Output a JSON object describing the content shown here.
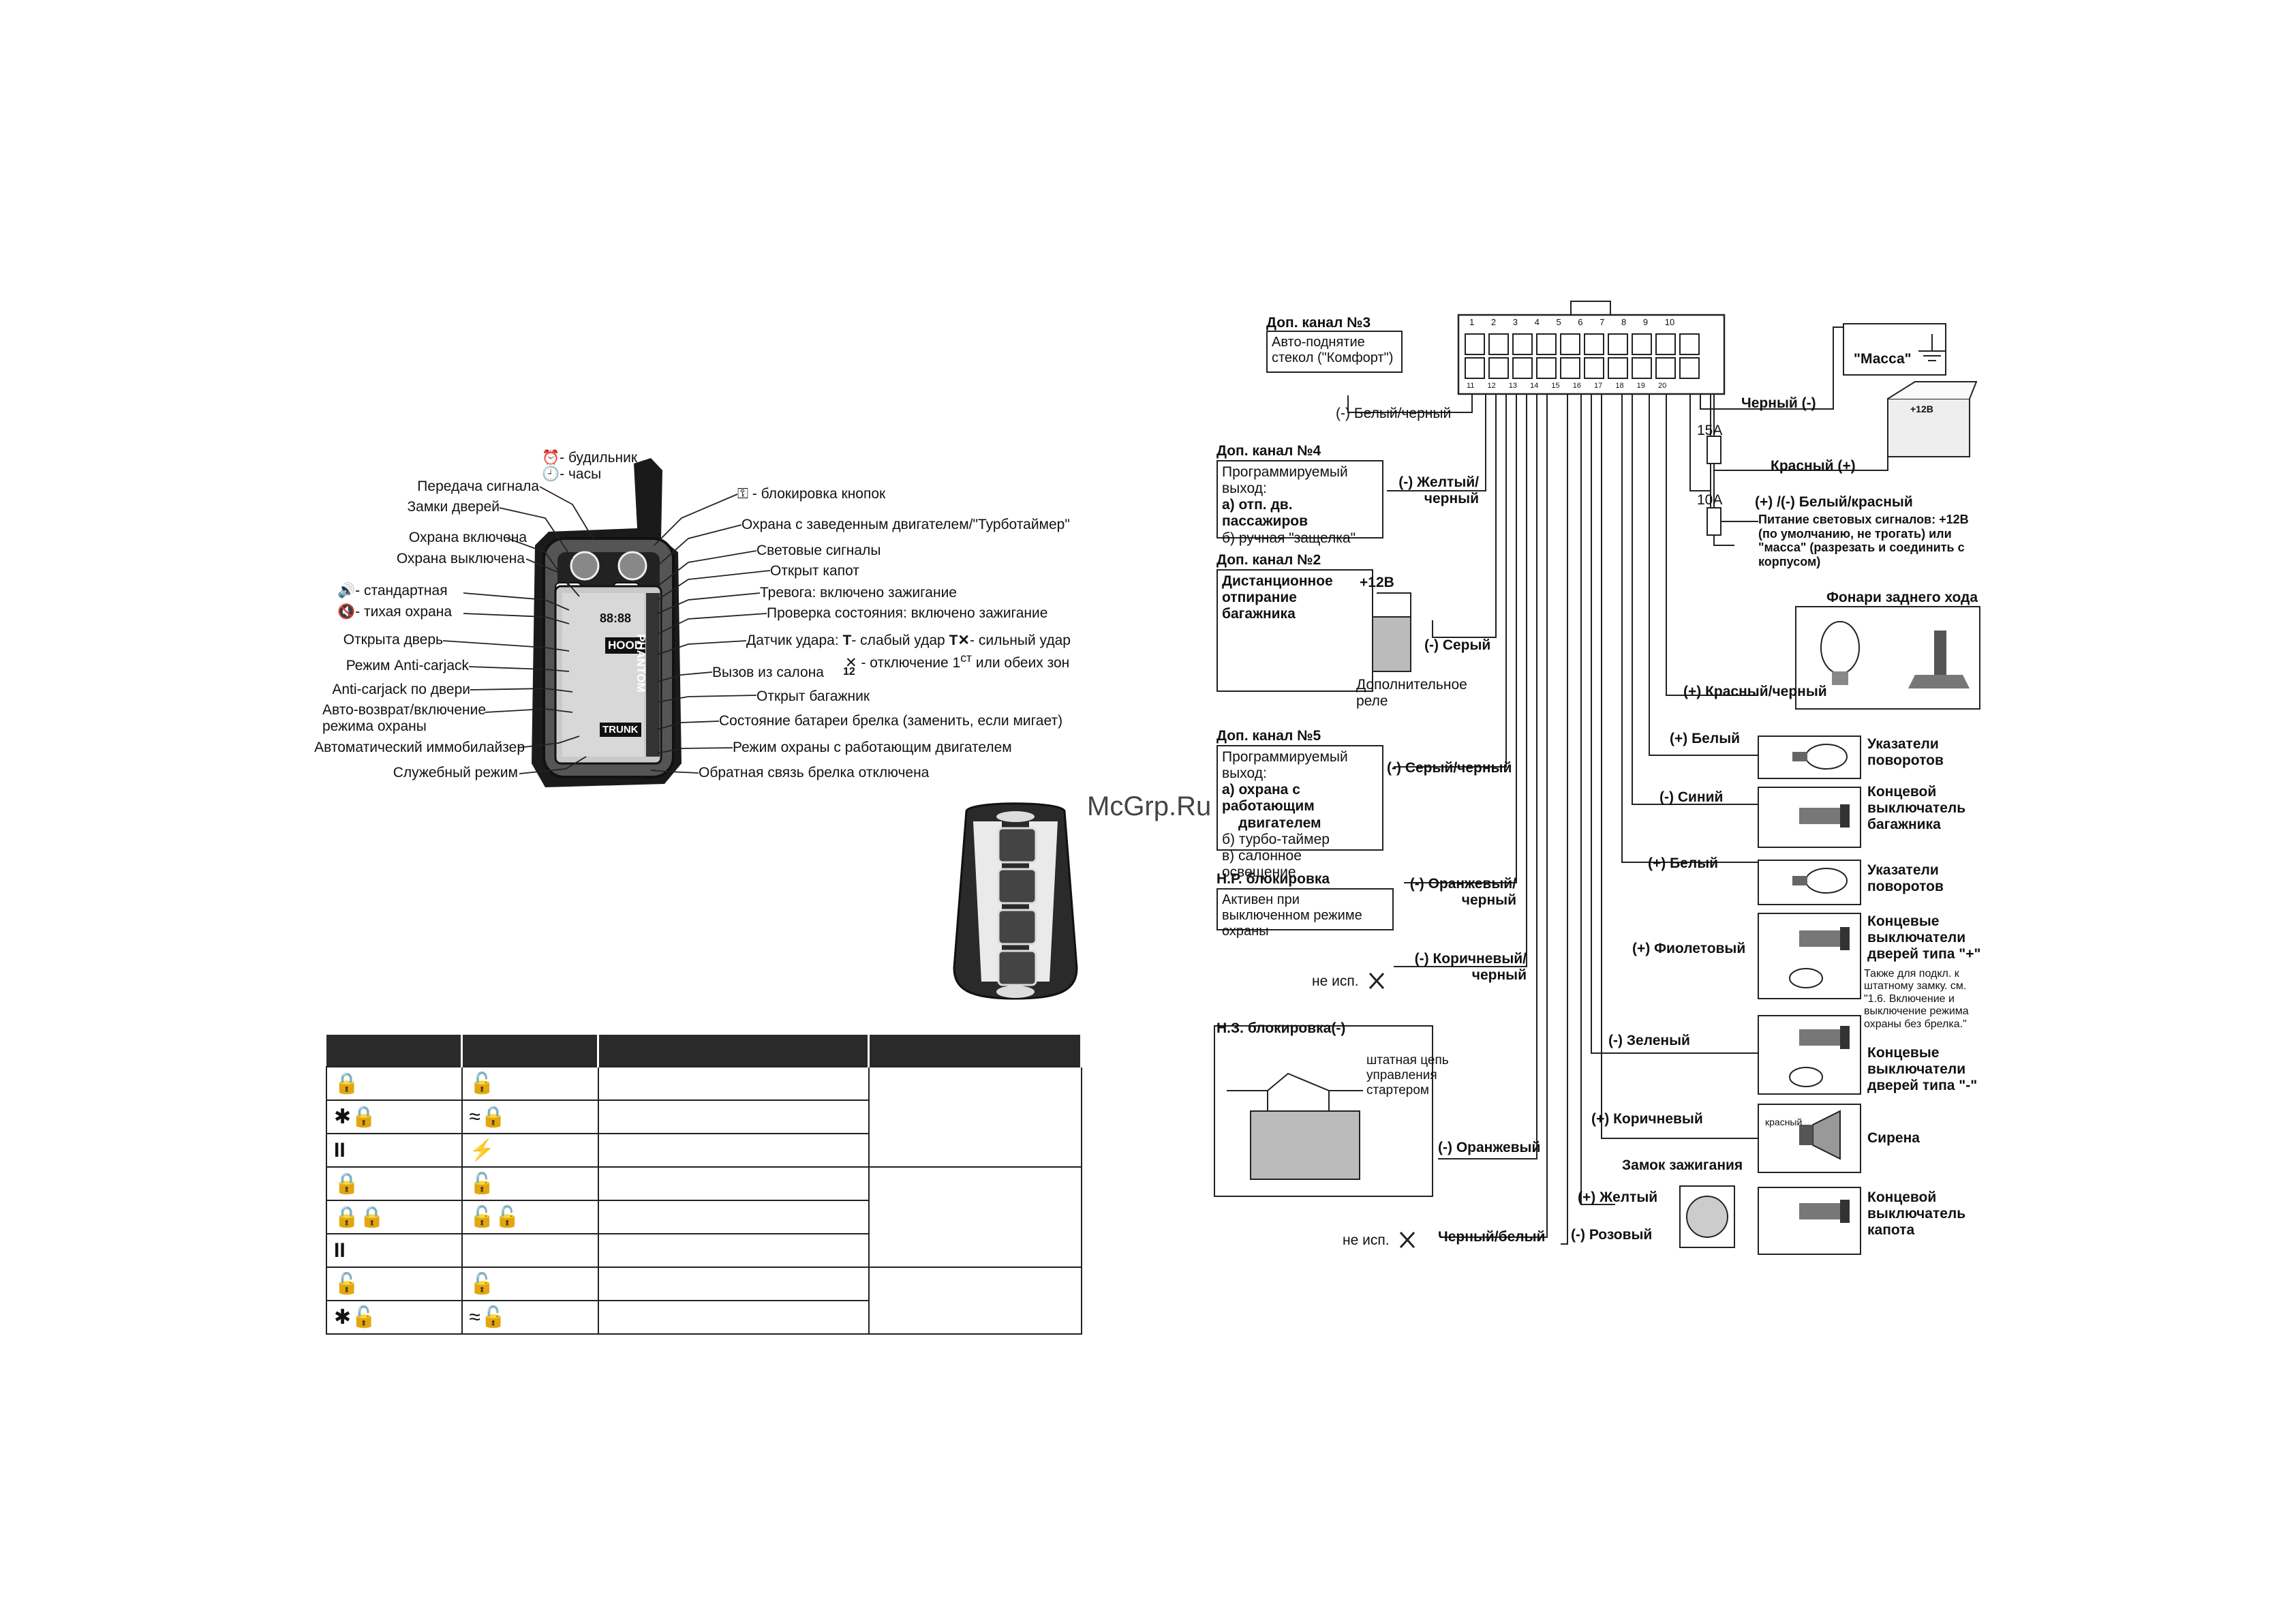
{
  "watermark": "McGrp.Ru",
  "fob": {
    "brand": "PHANTOM",
    "screen": {
      "hood": "HOOD",
      "trunk": "TRUNK",
      "digits": "88:88"
    },
    "labels_left": [
      "Передача сигнала",
      "Замки дверей",
      "Охрана включена",
      "Охрана выключена",
      "- стандартная",
      "- тихая охрана",
      "Открыта дверь",
      "Режим Anti-carjack",
      "Anti-carjack по двери",
      "Авто-возврат/включение",
      "режима охраны",
      "Автоматический иммобилайзер",
      "Служебный режим"
    ],
    "labels_top": [
      "- будильник",
      "- часы"
    ],
    "labels_right": [
      "- блокировка кнопок",
      "Охрана с заведенным двигателем/\"Турботаймер\"",
      "Световые сигналы",
      "Открыт капот",
      "Тревога: включено зажигание",
      "Проверка состояния: включено зажигание",
      "Датчик удара:",
      "- слабый удар",
      "- сильный удар",
      "- отключение 1",
      "или обеих зон",
      "Вызов из салона",
      "Открыт багажник",
      "Состояние батареи брелка (заменить, если мигает)",
      "Режим охраны с работающим двигателем",
      "Обратная связь брелка отключена"
    ],
    "shock_superscript": "ст",
    "shock_sub": "12"
  },
  "table": {
    "rows": [
      {
        "a": "🔒",
        "b": "🔓"
      },
      {
        "a": "✱🔒",
        "b": "≈🔒"
      },
      {
        "a": "II",
        "b": "⚡"
      },
      {
        "a": "🔒",
        "b": "🔓"
      },
      {
        "a": "🔒🔒",
        "b": "🔓🔓"
      },
      {
        "a": "II",
        "b": ""
      },
      {
        "a": "🔓",
        "b": "🔓"
      },
      {
        "a": "✱🔓",
        "b": "≈🔓"
      }
    ]
  },
  "wiring": {
    "pins_top": [
      "1",
      "2",
      "3",
      "4",
      "5",
      "6",
      "7",
      "8",
      "9",
      "10"
    ],
    "pins_bottom": [
      "11",
      "12",
      "13",
      "14",
      "15",
      "16",
      "17",
      "18",
      "19",
      "20"
    ],
    "ch3_title": "Доп. канал №3",
    "ch3_box": "Авто-поднятие стекол (\"Комфорт\")",
    "ch3_wire": "(-) Белый/черный",
    "ch4_title": "Доп. канал №4",
    "ch4_box_lines": [
      "Программируемый",
      "выход:",
      "а) отп. дв. пассажиров",
      "б) ручная \"защелка\""
    ],
    "ch4_wire": "(-) Желтый/ черный",
    "ch2_title": "Доп. канал №2",
    "ch2_box_lines": [
      "Дистанционное",
      "отпирание",
      "багажника"
    ],
    "ch2_plus": "+12В",
    "ch2_relay_note": "Дополнительное реле",
    "ch2_wire": "(-) Серый",
    "ch5_title": "Доп. канал №5",
    "ch5_box_lines": [
      "Программируемый",
      "выход:",
      "а) охрана с работающим",
      "двигателем",
      "б) турбо-таймер",
      "в) салонное освещение"
    ],
    "ch5_wire": "(-) Серый/черный",
    "np_title": "Н.Р. блокировка",
    "np_box": "Активен при выключенном режиме охраны",
    "np_wire": "(-) Оранжевый/ черный",
    "brown_black": "(-) Коричневый/ черный",
    "not_used": "не исп.",
    "nz_title": "Н.З. блокировка(-)",
    "nz_note": "штатная цепь управления стартером",
    "nz_wire": "(-) Оранжевый",
    "black_white": "Черный/белый",
    "ground": "\"Масса\"",
    "black_wire": "Черный (-)",
    "red_wire": "Красный (+)",
    "fuse1": "15А",
    "fuse2": "10А",
    "wr_wire": "(+) /(-)  Белый/красный",
    "wr_note": "Питание световых сигналов: +12В (по умолчанию, не трогать) или \"масса\" (разрезать и соединить с корпусом)",
    "battery_plus": "+12В",
    "reverse_title": "Фонари заднего хода",
    "red_black": "(+) Красный/черный",
    "white1": "(+) Белый",
    "turn1": "Указатели поворотов",
    "blue": "(-) Синий",
    "trunk_sw": "Концевой выключатель багажника",
    "white2": "(+) Белый",
    "turn2": "Указатели поворотов",
    "violet": "(+) Фиолетовый",
    "door_plus": "Концевые выключатели дверей типа \"+\"",
    "door_note": "Также для подкл. к штатному замку. см. \"1.6. Включение и выключение режима охраны без брелка.\"",
    "green": "(-) Зеленый",
    "door_minus": "Концевые выключатели дверей типа \"-\"",
    "brown": "(+) Коричневый",
    "siren_red": "красный",
    "siren": "Сирена",
    "ign_title": "Замок зажигания",
    "yellow": "(+) Желтый",
    "pink": "(-) Розовый",
    "hood_sw": "Концевой выключатель капота"
  }
}
